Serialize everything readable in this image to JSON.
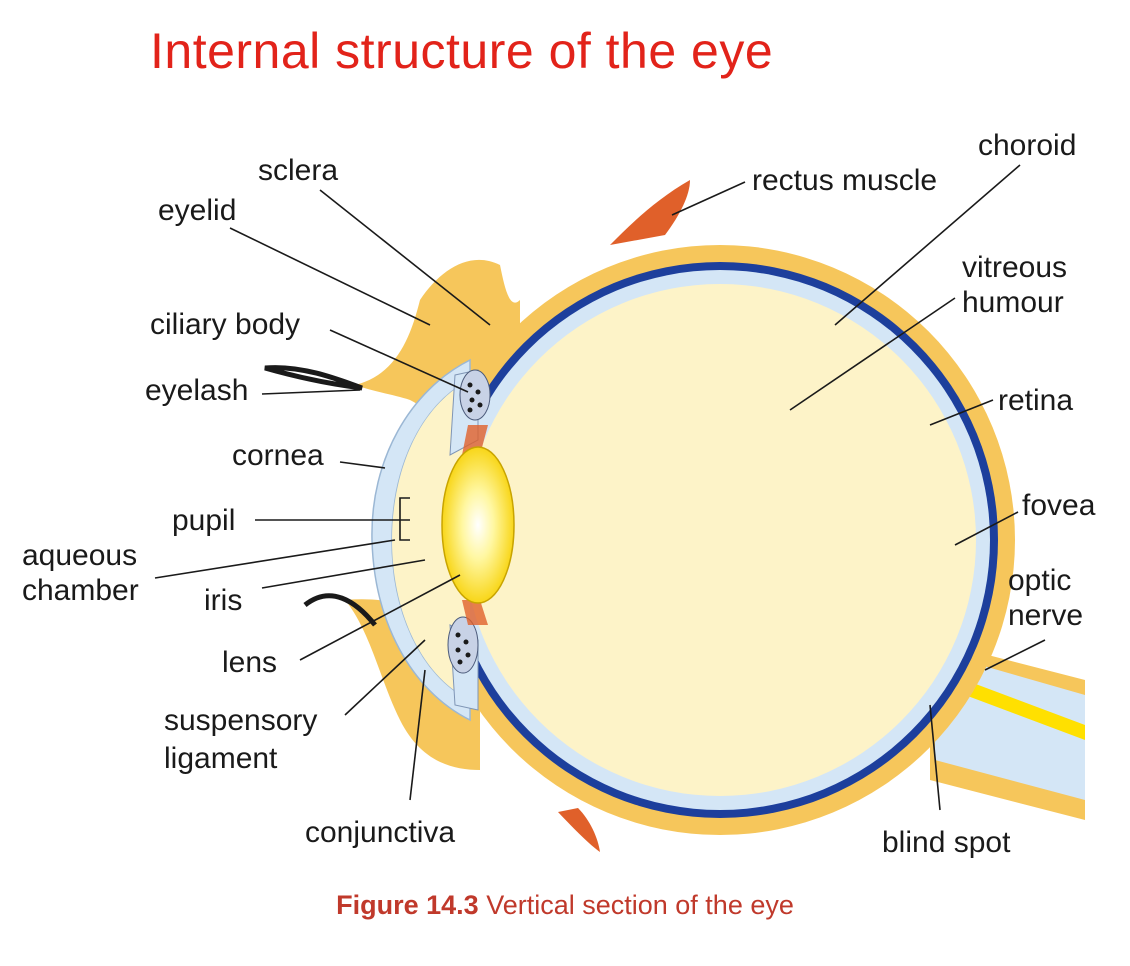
{
  "title": "Internal structure of the eye",
  "labels": {
    "sclera": "sclera",
    "eyelid": "eyelid",
    "ciliary_body": "ciliary body",
    "eyelash": "eyelash",
    "cornea": "cornea",
    "pupil": "pupil",
    "aqueous_1": "aqueous",
    "aqueous_2": "chamber",
    "iris": "iris",
    "lens": "lens",
    "suspensory_1": "suspensory",
    "suspensory_2": "ligament",
    "conjunctiva": "conjunctiva",
    "rectus_muscle": "rectus muscle",
    "choroid": "choroid",
    "vitreous_1": "vitreous",
    "vitreous_2": "humour",
    "retina": "retina",
    "fovea": "fovea",
    "optic_1": "optic",
    "optic_2": "nerve",
    "blind_spot": "blind spot"
  },
  "caption": {
    "figure": "Figure 14.3",
    "text": "Vertical section of the eye"
  },
  "colors": {
    "title": "#e2231a",
    "sclera": "#f6c65b",
    "choroid": "#1d3f9c",
    "retina_layer": "#d4e6f6",
    "vitreous": "#fdf3c8",
    "muscle": "#e0602a",
    "lens": "#ffe000"
  }
}
